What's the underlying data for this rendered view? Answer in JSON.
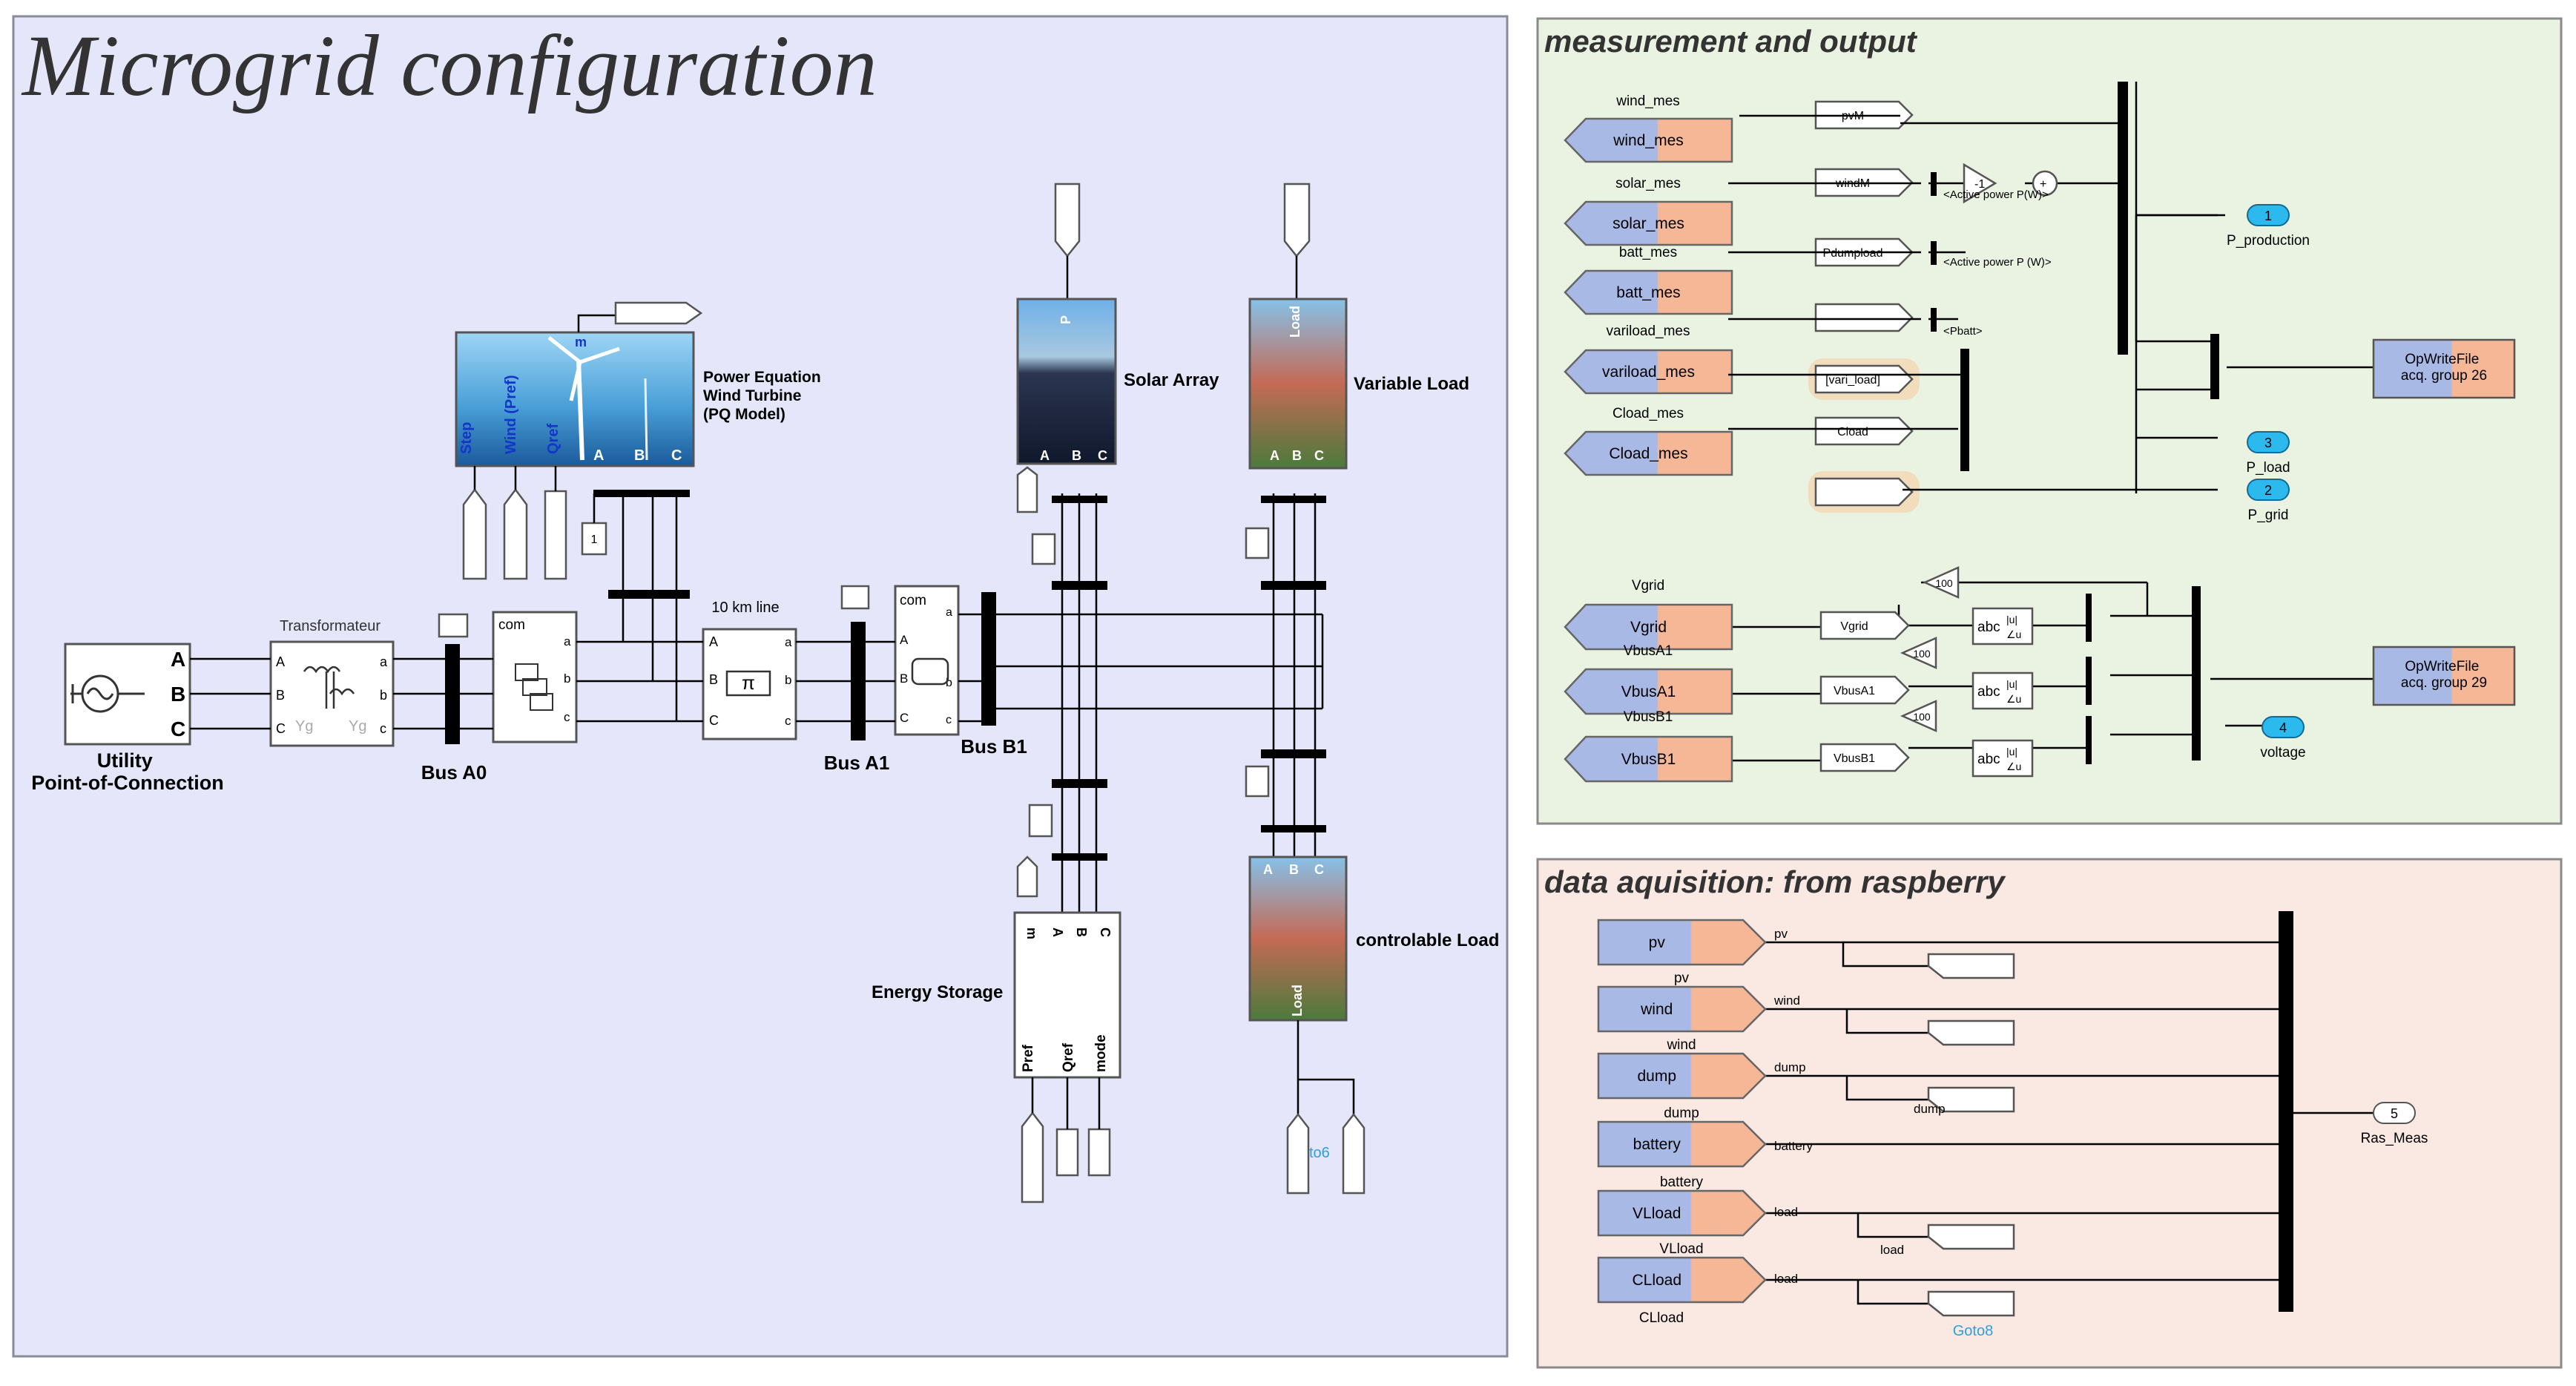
{
  "main_area": {
    "title": "Microgrid configuration",
    "blocks": {
      "utility": "Utility\nPoint-of-Connection",
      "transformer": "Transformateur",
      "transformer_winding_left": "Yg",
      "transformer_winding_right": "Yg",
      "bus_a0": "Bus A0",
      "bus_a1": "Bus A1",
      "bus_b1": "Bus B1",
      "line": "10 km line",
      "line_symbol": "π",
      "breaker_label": "com",
      "wind_turbine": "Power Equation\nWind Turbine\n(PQ Model)",
      "wind_ports": [
        "Step",
        "Wind (Pref)",
        "Qref"
      ],
      "wind_m_port": "m",
      "wind_const": "1",
      "solar": "Solar Array",
      "solar_port": "P",
      "variable_load": "Variable Load",
      "variable_load_port": "Load",
      "storage": "Energy Storage",
      "storage_ports": [
        "Pref",
        "Qref",
        "mode"
      ],
      "storage_m_port": "m",
      "controllable_load": "controlable Load",
      "controllable_load_port": "Load",
      "goto6": "to6",
      "phase_labels": [
        "A",
        "B",
        "C"
      ],
      "phase_labels_lower": [
        "a",
        "b",
        "c"
      ]
    }
  },
  "measurement_panel": {
    "title": "measurement and output",
    "subsystems": [
      "wind_mes",
      "solar_mes",
      "batt_mes",
      "variload_mes",
      "Cload_mes"
    ],
    "subsystem_labels": [
      "wind_mes",
      "solar_mes",
      "batt_mes",
      "variload_mes",
      "Cload_mes"
    ],
    "from_tags": [
      "pvM",
      "windM",
      "Pdumpload",
      "",
      "[vari_load]",
      "Cload",
      ""
    ],
    "gain_neg1": "-1",
    "selector_labels": [
      "<Active power P(W)>",
      "<Active power P (W)>",
      "<Pbatt>"
    ],
    "outports": [
      {
        "num": "1",
        "label": "P_production"
      },
      {
        "num": "3",
        "label": "P_load"
      },
      {
        "num": "2",
        "label": "P_grid"
      },
      {
        "num": "4",
        "label": "voltage"
      }
    ],
    "opwrite_1": "OpWriteFile\nacq. group 26",
    "opwrite_2": "OpWriteFile\nacq. group 29",
    "voltage_subsystems": [
      "Vgrid",
      "VbusA1",
      "VbusB1"
    ],
    "voltage_labels": [
      "Vgrid",
      "VbusA1",
      "VbusB1"
    ],
    "voltage_froms": [
      "Vgrid",
      "VbusA1",
      "VbusB1"
    ],
    "gain_100": "100",
    "abc_block": "abc",
    "abc_u": "|u|",
    "abc_angle": "∠u"
  },
  "acquisition_panel": {
    "title": "data aquisition: from raspberry",
    "blocks": [
      "pv",
      "wind",
      "dump",
      "battery",
      "VLload",
      "CLload"
    ],
    "block_labels": [
      "pv",
      "wind",
      "dump",
      "battery",
      "VLload",
      "CLload"
    ],
    "signal_labels": [
      "pv",
      "wind",
      "dump",
      "battery",
      "load",
      "load"
    ],
    "goto_label": "Goto8",
    "outport": {
      "num": "5",
      "label": "Ras_Meas"
    }
  },
  "colors": {
    "main_bg": "#e5e6fa",
    "measurement_bg": "#eaf3e2",
    "acquisition_bg": "#f9e9e2",
    "block_blue": "#a9b9e6",
    "block_orange": "#f5b796",
    "outport_cyan": "#2bb9ee",
    "bus_black": "#000000"
  }
}
